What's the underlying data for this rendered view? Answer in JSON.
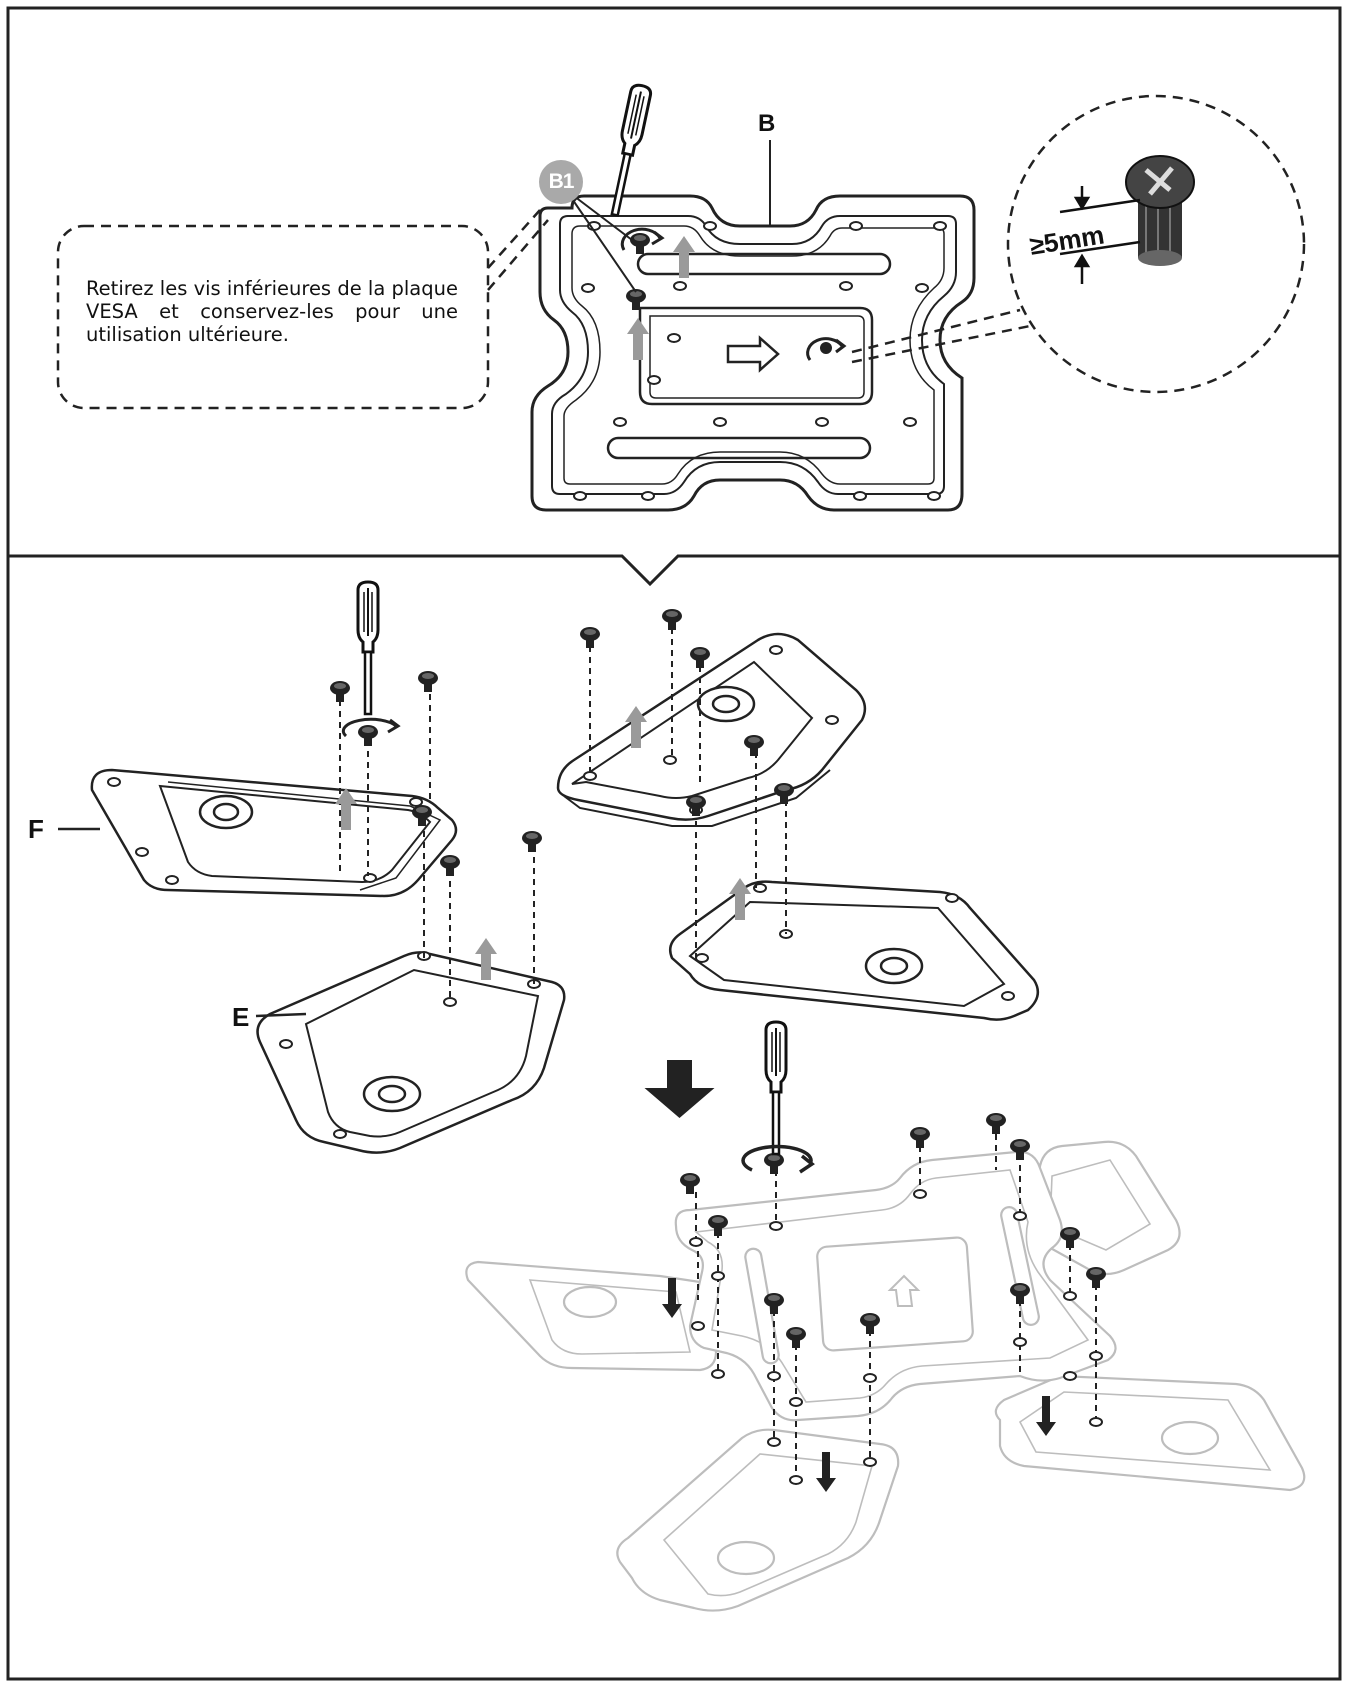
{
  "instruction": {
    "text": "Retirez les vis inférieures de la plaque VESA et conservez-les pour une utilisation ultérieure."
  },
  "labels": {
    "plate_b": "B",
    "screw_b1": "B1",
    "bracket_f": "F",
    "bracket_e": "E",
    "screw_depth": "≥5mm"
  },
  "icons": [
    "screwdriver-icon",
    "rotate-arrow-icon",
    "direction-arrow-icon",
    "screw-icon",
    "down-arrow-icon"
  ],
  "colors": {
    "line": "#111111",
    "gray_arrow": "#9a9a9a",
    "badge": "#a9a9a9",
    "faded_part": "#c8c8c8"
  }
}
